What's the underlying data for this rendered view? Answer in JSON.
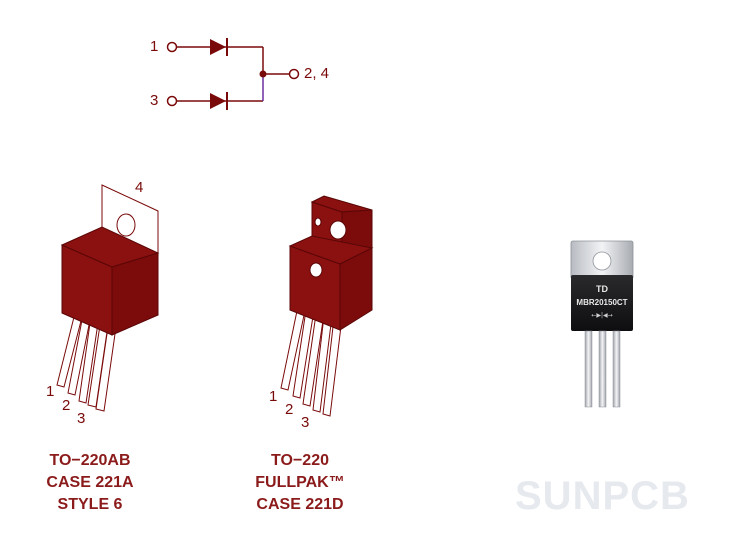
{
  "schematic": {
    "pin1": "1",
    "pin3": "3",
    "pin_common": "2, 4"
  },
  "package_left": {
    "tab_pin": "4",
    "pins": [
      "1",
      "2",
      "3"
    ],
    "caption": [
      "TO−220AB",
      "CASE 221A",
      "STYLE 6"
    ]
  },
  "package_middle": {
    "pins": [
      "1",
      "2",
      "3"
    ],
    "caption": [
      "TO−220",
      "FULLPAK™",
      "CASE 221D"
    ]
  },
  "photo": {
    "brand": "TD",
    "part_number": "MBR20150CT",
    "diode_symbol": "←▶|◀→"
  },
  "watermark": "SUNPCB",
  "colors": {
    "package_body": "#8b1010",
    "label_text": "#7a0a0a",
    "caption_text": "#8b1a1a",
    "schematic_wire": "#7a0a0a",
    "watermark": "#e6e9ee"
  }
}
